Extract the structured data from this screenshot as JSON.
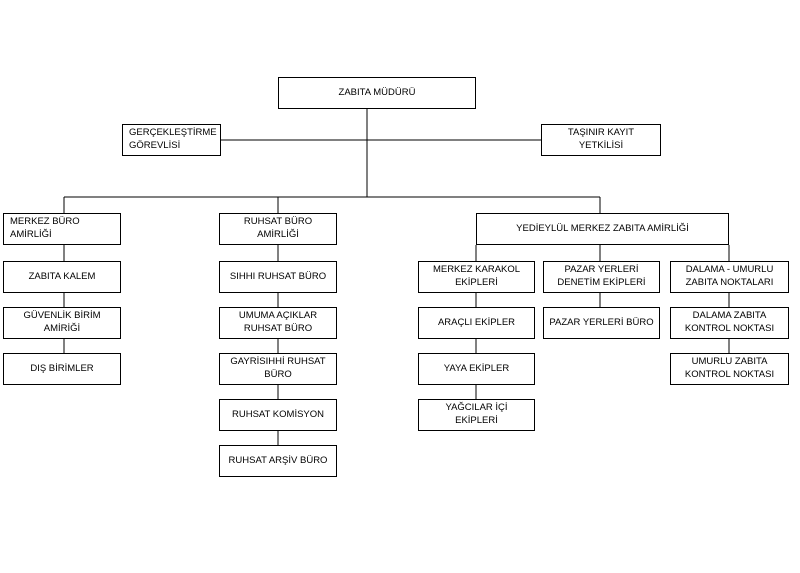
{
  "chart": {
    "top": "ZABITA MÜDÜRÜ",
    "gerceklestirme": "GERÇEKLEŞTİRME\nGÖREVLİSİ",
    "tasinir": "TAŞINIR KAYIT YETKİLİSİ",
    "merkez_buro": "MERKEZ BÜRO AMİRLİĞİ",
    "ruhsat_buro": "RUHSAT BÜRO AMİRLİĞİ",
    "yedieylul": "YEDİEYLÜL MERKEZ ZABITA AMİRLİĞİ",
    "zabita_kalem": "ZABITA KALEM",
    "guvenlik": "GÜVENLİK BİRİM\nAMİRİĞİ",
    "dis_birimler": "DIŞ BİRİMLER",
    "sihhi": "SIHHI RUHSAT BÜRO",
    "umuma": "UMUMA AÇIKLAR\nRUHSAT BÜRO",
    "gayrisihhi": "GAYRİSIHHİ RUHSAT\nBÜRO",
    "komisyon": "RUHSAT KOMİSYON",
    "arsiv": "RUHSAT ARŞİV BÜRO",
    "karakol": "MERKEZ KARAKOL\nEKİPLERİ",
    "aracli": "ARAÇLI EKİPLER",
    "yaya": "YAYA EKİPLER",
    "yagcilar": "YAĞCILAR İÇİ EKİPLERİ",
    "pazar_denetim": "PAZAR YERLERİ\nDENETİM EKİPLERİ",
    "pazar_buro": "PAZAR YERLERİ BÜRO",
    "dalama_umurlu": "DALAMA - UMURLU\nZABITA NOKTALARI",
    "dalama_kontrol": "DALAMA ZABITA\nKONTROL NOKTASI",
    "umurlu_kontrol": "UMURLU ZABITA\nKONTROL NOKTASI"
  }
}
